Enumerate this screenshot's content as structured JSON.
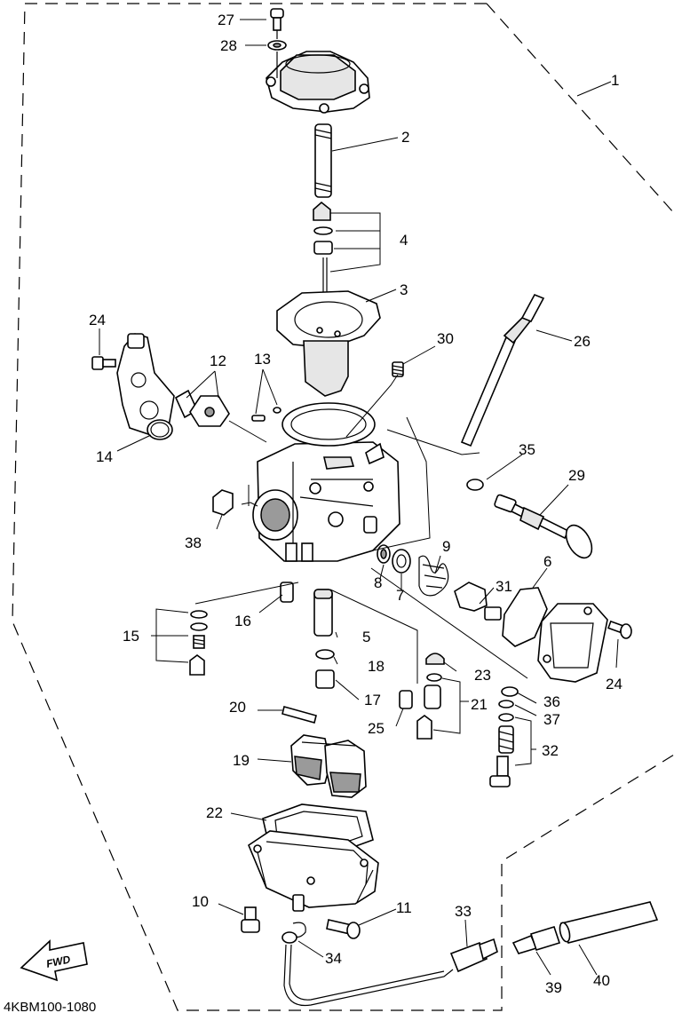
{
  "diagram": {
    "code": "4KBM100-1080",
    "fwd_label": "FWD",
    "callouts": [
      {
        "id": "c1",
        "text": "1"
      },
      {
        "id": "c2",
        "text": "2"
      },
      {
        "id": "c3",
        "text": "3"
      },
      {
        "id": "c4",
        "text": "4"
      },
      {
        "id": "c5",
        "text": "5"
      },
      {
        "id": "c6",
        "text": "6"
      },
      {
        "id": "c7",
        "text": "7"
      },
      {
        "id": "c8",
        "text": "8"
      },
      {
        "id": "c9",
        "text": "9"
      },
      {
        "id": "c10",
        "text": "10"
      },
      {
        "id": "c11",
        "text": "11"
      },
      {
        "id": "c12",
        "text": "12"
      },
      {
        "id": "c13",
        "text": "13"
      },
      {
        "id": "c14",
        "text": "14"
      },
      {
        "id": "c15",
        "text": "15"
      },
      {
        "id": "c16",
        "text": "16"
      },
      {
        "id": "c17",
        "text": "17"
      },
      {
        "id": "c18",
        "text": "18"
      },
      {
        "id": "c19",
        "text": "19"
      },
      {
        "id": "c20",
        "text": "20"
      },
      {
        "id": "c21",
        "text": "21"
      },
      {
        "id": "c22",
        "text": "22"
      },
      {
        "id": "c23",
        "text": "23"
      },
      {
        "id": "c24a",
        "text": "24"
      },
      {
        "id": "c24b",
        "text": "24"
      },
      {
        "id": "c25",
        "text": "25"
      },
      {
        "id": "c26",
        "text": "26"
      },
      {
        "id": "c27",
        "text": "27"
      },
      {
        "id": "c28",
        "text": "28"
      },
      {
        "id": "c29",
        "text": "29"
      },
      {
        "id": "c30",
        "text": "30"
      },
      {
        "id": "c31",
        "text": "31"
      },
      {
        "id": "c32",
        "text": "32"
      },
      {
        "id": "c33",
        "text": "33"
      },
      {
        "id": "c34",
        "text": "34"
      },
      {
        "id": "c35",
        "text": "35"
      },
      {
        "id": "c36",
        "text": "36"
      },
      {
        "id": "c37",
        "text": "37"
      },
      {
        "id": "c38",
        "text": "38"
      },
      {
        "id": "c39",
        "text": "39"
      },
      {
        "id": "c40",
        "text": "40"
      }
    ]
  }
}
